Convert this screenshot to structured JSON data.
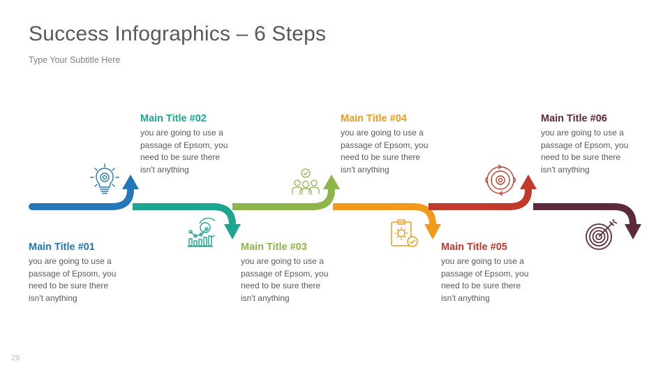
{
  "slide": {
    "title": "Success Infographics – 6 Steps",
    "subtitle": "Type Your Subtitle Here",
    "page_number": "29"
  },
  "steps": [
    {
      "title": "Main Title #01",
      "description": "you are going to use a passage of Epsom, you need to be sure there isn't anything",
      "color": "#2478b9",
      "icon": "lightbulb-gear-icon",
      "position": "below",
      "arrow": "up"
    },
    {
      "title": "Main Title #02",
      "description": "you are going to use a passage of Epsom, you need to be sure there isn't anything",
      "color": "#1ca68f",
      "icon": "chart-analytics-gear-icon",
      "position": "above",
      "arrow": "down"
    },
    {
      "title": "Main Title #03",
      "description": "you are going to use a passage of Epsom, you need to be sure there isn't anything",
      "color": "#8db54a",
      "icon": "team-check-icon",
      "position": "below",
      "arrow": "up"
    },
    {
      "title": "Main Title #04",
      "description": "you are going to use a passage of Epsom, you need to be sure there isn't anything",
      "color": "#f19a1c",
      "icon": "clipboard-check-icon",
      "position": "above",
      "arrow": "down"
    },
    {
      "title": "Main Title #05",
      "description": "you are going to use a passage of Epsom, you need to be sure there isn't anything",
      "color": "#c0392b",
      "icon": "cycle-gear-icon",
      "position": "below",
      "arrow": "up"
    },
    {
      "title": "Main Title #06",
      "description": "you are going to use a passage of Epsom, you need to be sure there isn't anything",
      "color": "#5d2a3c",
      "icon": "target-arrow-icon",
      "position": "above",
      "arrow": "down"
    }
  ]
}
